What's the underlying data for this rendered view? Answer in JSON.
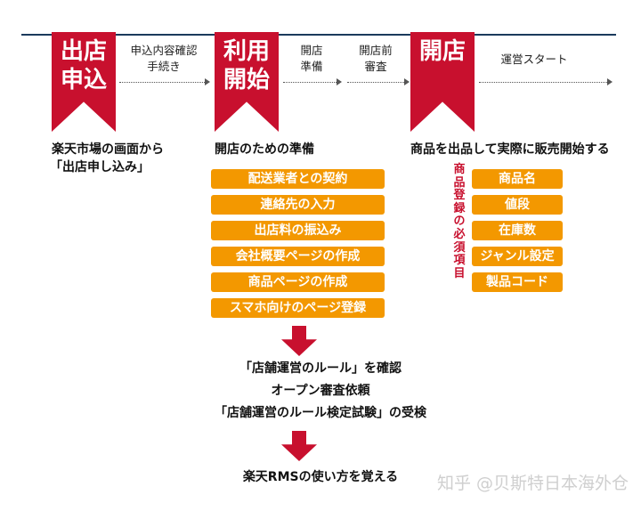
{
  "banners": [
    {
      "line1": "出店",
      "line2": "申込"
    },
    {
      "line1": "利用",
      "line2": "開始"
    },
    {
      "line1": "開店",
      "line2": ""
    }
  ],
  "steps": {
    "s1_line1": "申込内容確認",
    "s1_line2": "手続き",
    "s2_line1": "開店",
    "s2_line2": "準備",
    "s3_line1": "開店前",
    "s3_line2": "審査",
    "s4": "運営スタート"
  },
  "col1": {
    "line1": "楽天市場の画面から",
    "line2": "「出店申し込み」"
  },
  "col2": {
    "heading": "開店のための準備",
    "items": [
      "配送業者との契約",
      "連絡先の入力",
      "出店料の振込み",
      "会社概要ページの作成",
      "商品ページの作成",
      "スマホ向けのページ登録"
    ]
  },
  "col3": {
    "heading": "商品を出品して実際に販売開始する",
    "vertical_label": [
      "商",
      "品",
      "登",
      "録",
      "の",
      "必",
      "須",
      "項",
      "目"
    ],
    "items": [
      "商品名",
      "値段",
      "在庫数",
      "ジャンル設定",
      "製品コード"
    ]
  },
  "bottom": {
    "line1": "「店舗運営のルール」を確認",
    "line2": "オープン審査依頼",
    "line3": "「店舗運営のルール検定試験」の受検",
    "line4": "楽天RMSの使い方を覚える"
  },
  "watermark": "知乎 @贝斯特日本海外仓",
  "colors": {
    "banner_red": "#c8102e",
    "pill_orange": "#f39800",
    "top_line": "#1a3a5c"
  }
}
